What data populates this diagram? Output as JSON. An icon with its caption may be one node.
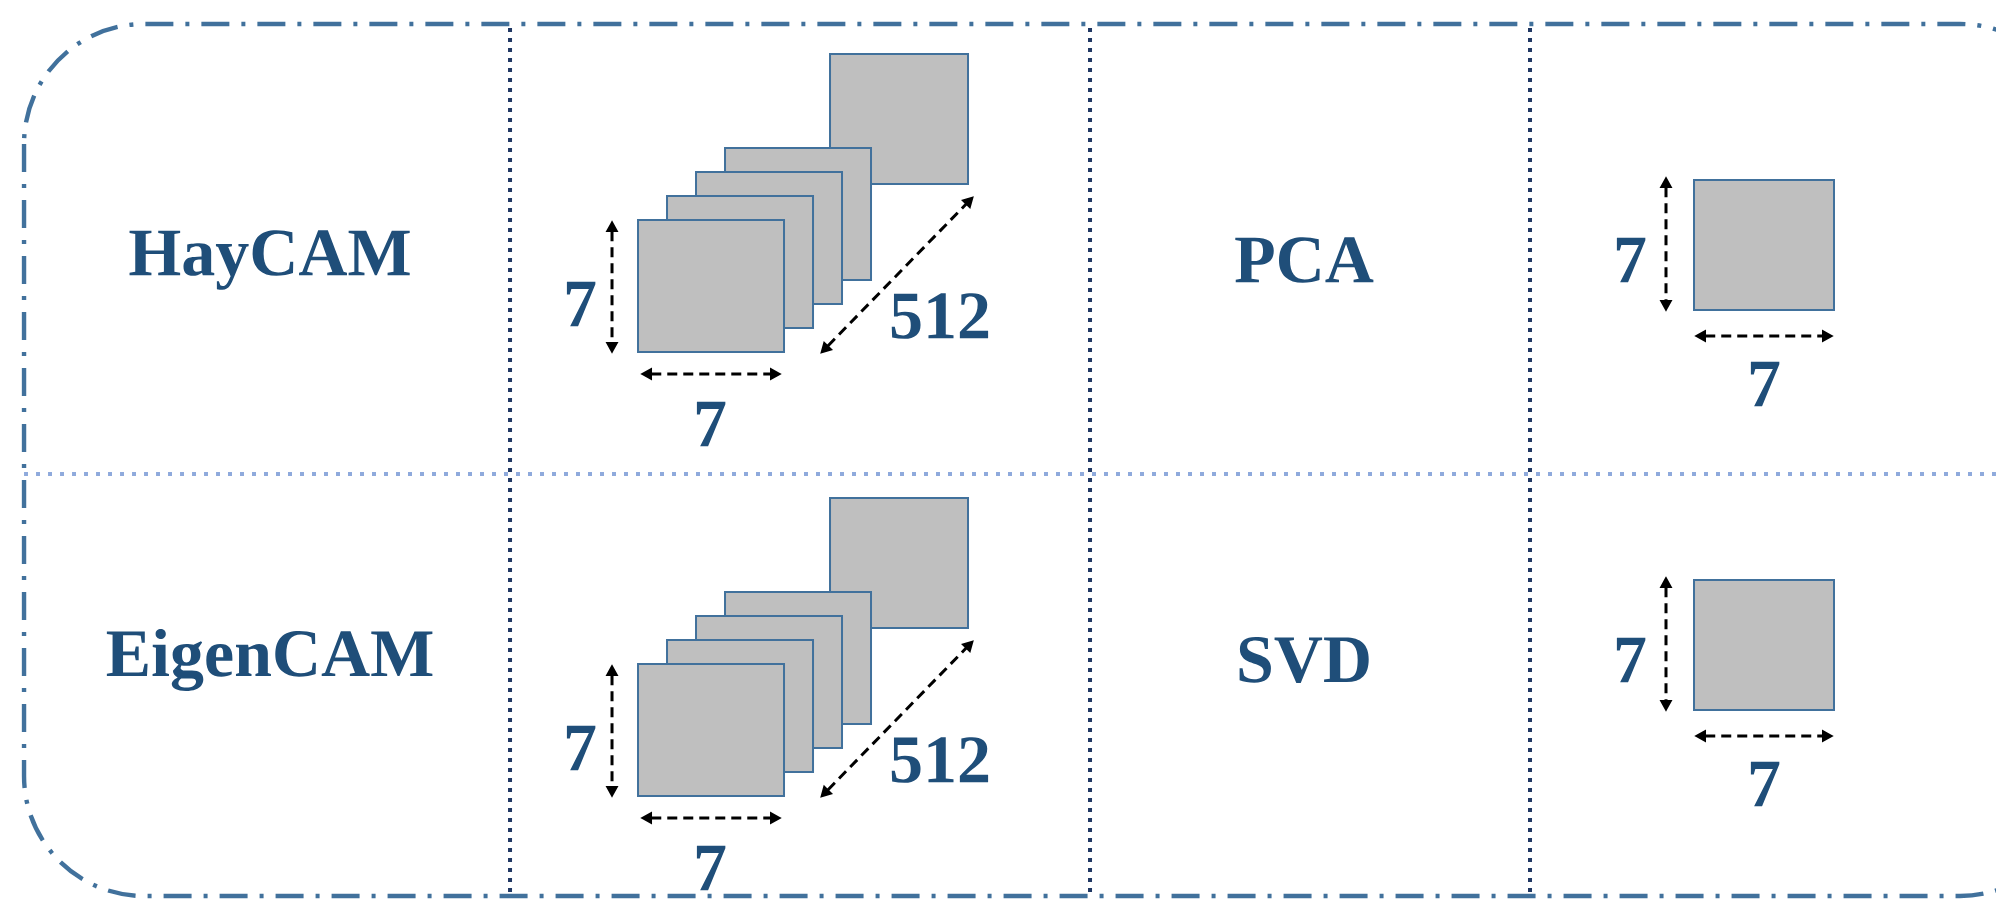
{
  "diagram": {
    "labels": [
      "HayCAM",
      "7",
      "512",
      "7",
      "PCA",
      "7",
      "7",
      "EigenCAM",
      "7",
      "512",
      "7",
      "SVD",
      "7",
      "7"
    ]
  }
}
